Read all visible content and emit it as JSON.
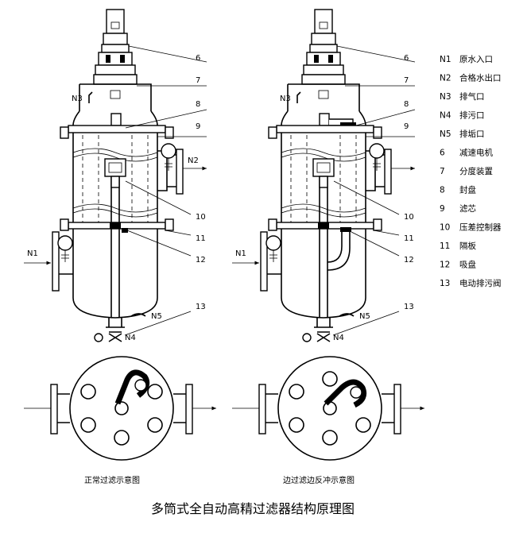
{
  "title": "多筒式全自动高精过滤器结构原理图",
  "captions": {
    "left": "正常过滤示意图",
    "right": "边过滤边反冲示意图"
  },
  "callouts": [
    "6",
    "7",
    "8",
    "9",
    "10",
    "11",
    "12",
    "13"
  ],
  "ports": {
    "n1": "N1",
    "n2": "N2",
    "n3": "N3",
    "n4": "N4",
    "n5": "N5"
  },
  "legend": [
    {
      "code": "N1",
      "text": "原水入口"
    },
    {
      "code": "N2",
      "text": "合格水出口"
    },
    {
      "code": "N3",
      "text": "排气口"
    },
    {
      "code": "N4",
      "text": "排污口"
    },
    {
      "code": "N5",
      "text": "排垢口"
    },
    {
      "code": "6",
      "text": "减速电机"
    },
    {
      "code": "7",
      "text": "分度装置"
    },
    {
      "code": "8",
      "text": "封盘"
    },
    {
      "code": "9",
      "text": "滤芯"
    },
    {
      "code": "10",
      "text": "压差控制器"
    },
    {
      "code": "11",
      "text": "隔板"
    },
    {
      "code": "12",
      "text": "吸盘"
    },
    {
      "code": "13",
      "text": "电动排污阀"
    }
  ]
}
